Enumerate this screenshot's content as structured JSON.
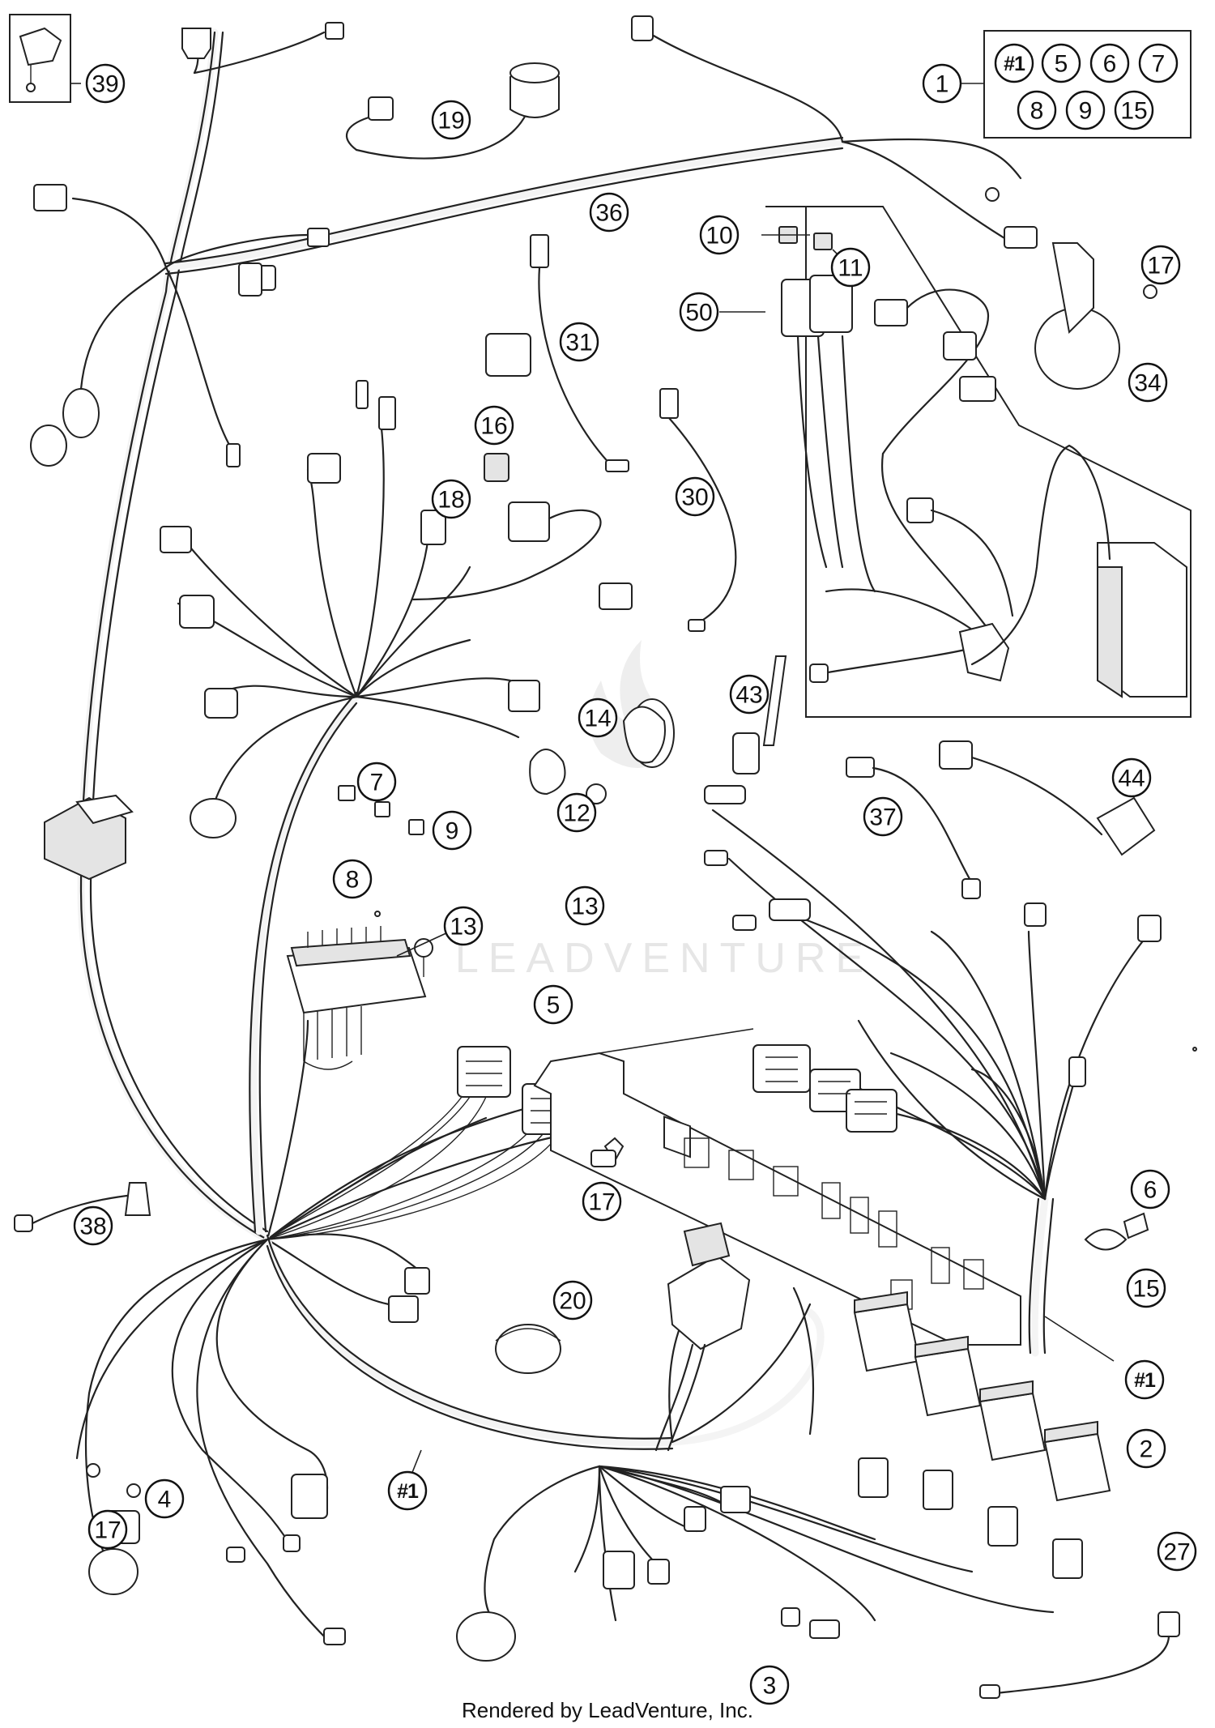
{
  "diagram": {
    "watermark": "LEADVENTURE",
    "footer": "Rendered by LeadVenture, Inc.",
    "kit_box_labels": [
      "#1",
      "5",
      "6",
      "7",
      "8",
      "9",
      "15"
    ],
    "callouts": [
      {
        "id": "39",
        "label": "39"
      },
      {
        "id": "19",
        "label": "19"
      },
      {
        "id": "1",
        "label": "1"
      },
      {
        "id": "36",
        "label": "36"
      },
      {
        "id": "10",
        "label": "10"
      },
      {
        "id": "11",
        "label": "11"
      },
      {
        "id": "17a",
        "label": "17"
      },
      {
        "id": "50",
        "label": "50"
      },
      {
        "id": "31",
        "label": "31"
      },
      {
        "id": "34",
        "label": "34"
      },
      {
        "id": "16",
        "label": "16"
      },
      {
        "id": "18",
        "label": "18"
      },
      {
        "id": "30",
        "label": "30"
      },
      {
        "id": "14",
        "label": "14"
      },
      {
        "id": "43",
        "label": "43"
      },
      {
        "id": "7",
        "label": "7"
      },
      {
        "id": "12",
        "label": "12"
      },
      {
        "id": "9",
        "label": "9"
      },
      {
        "id": "8",
        "label": "8"
      },
      {
        "id": "13a",
        "label": "13"
      },
      {
        "id": "13b",
        "label": "13"
      },
      {
        "id": "37",
        "label": "37"
      },
      {
        "id": "44",
        "label": "44"
      },
      {
        "id": "5",
        "label": "5"
      },
      {
        "id": "17b",
        "label": "17"
      },
      {
        "id": "6",
        "label": "6"
      },
      {
        "id": "15",
        "label": "15"
      },
      {
        "id": "38",
        "label": "38"
      },
      {
        "id": "20",
        "label": "20"
      },
      {
        "id": "h1a",
        "label": "#1"
      },
      {
        "id": "h1b",
        "label": "#1"
      },
      {
        "id": "2",
        "label": "2"
      },
      {
        "id": "4",
        "label": "4"
      },
      {
        "id": "17c",
        "label": "17"
      },
      {
        "id": "27",
        "label": "27"
      },
      {
        "id": "3",
        "label": "3"
      }
    ]
  }
}
